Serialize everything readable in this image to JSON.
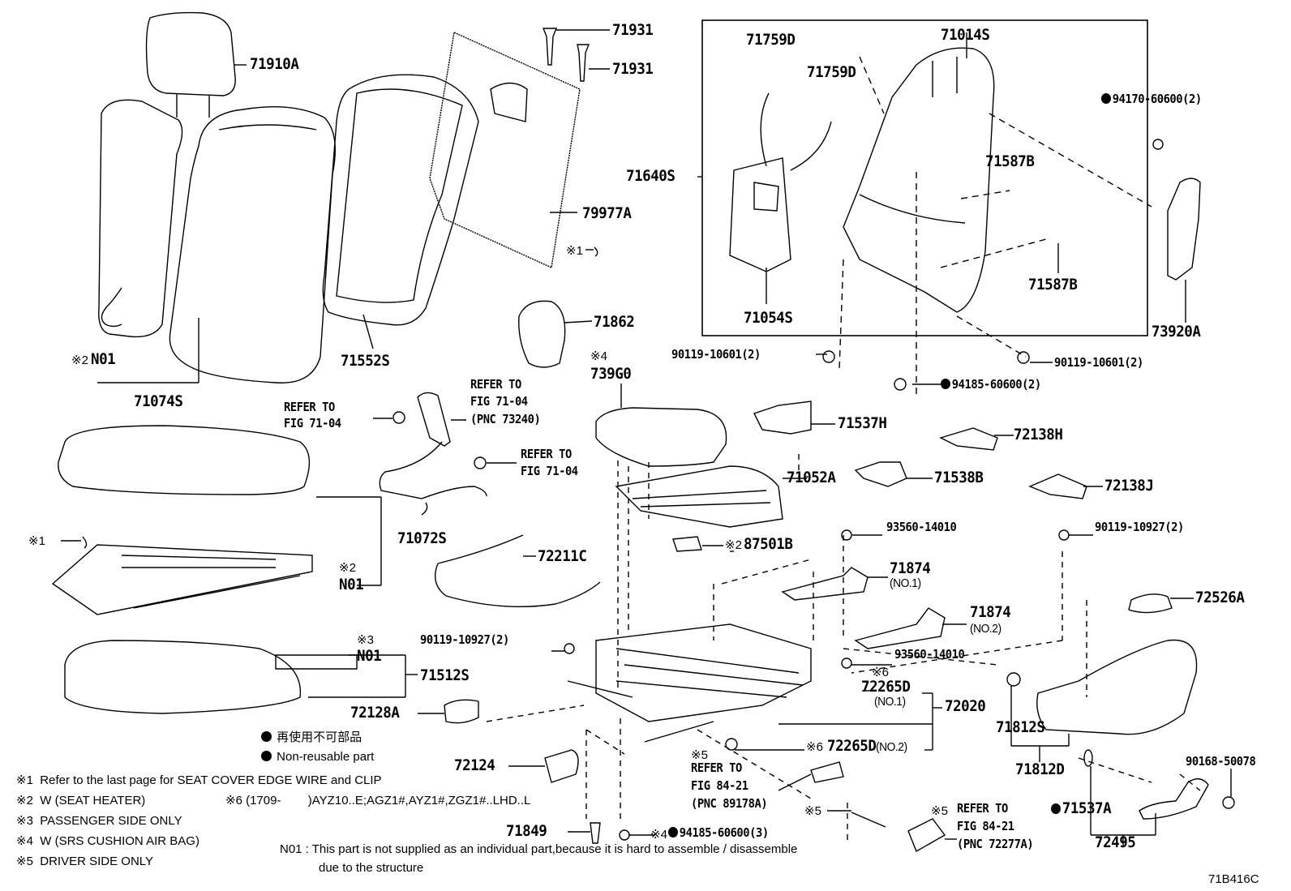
{
  "diagram": {
    "figure_code": "71B416C",
    "frame_group": {
      "label": "71640S",
      "parts": [
        "71759D",
        "71759D",
        "71014S",
        "71587B",
        "71587B",
        "71054S"
      ]
    },
    "labels": {
      "p71910A": "71910A",
      "p71931a": "71931",
      "p71931b": "71931",
      "p71759Da": "71759D",
      "p71759Db": "71759D",
      "p71014S": "71014S",
      "p94170": "94170-60600(2)",
      "p71640S": "71640S",
      "p71587Ba": "71587B",
      "p71587Bb": "71587B",
      "p71054S": "71054S",
      "p73920A": "73920A",
      "p79977A": "79977A",
      "p71862": "71862",
      "p90119_10601a": "90119-10601(2)",
      "p90119_10601b": "90119-10601(2)",
      "p94185_2": "94185-60600(2)",
      "mark2_n01_top": "※2",
      "n01_top": "N01",
      "p71074S": "71074S",
      "p71552S": "71552S",
      "mark1_top": "※1",
      "mark4_739": "※4",
      "p739G0": "739G0",
      "refer_a1": "REFER TO",
      "refer_a2": "FIG 71-04",
      "refer_b1": "REFER TO",
      "refer_b2": "FIG 71-04",
      "refer_b3": "(PNC 73240)",
      "refer_c1": "REFER TO",
      "refer_c2": "FIG 71-04",
      "p71537H": "71537H",
      "p72138H": "72138H",
      "p71052A": "71052A",
      "p71538B": "71538B",
      "p72138J": "72138J",
      "p71072S": "71072S",
      "mark1_mid": "※1",
      "mark2_n01_mid": "※2",
      "n01_mid": "N01",
      "p72211C": "72211C",
      "mark2_87501": "※2",
      "p87501B": "87501B",
      "p93560a": "93560-14010",
      "p90119_10927b": "90119-10927(2)",
      "p71874a": "71874",
      "p71874a_sub": "(NO.1)",
      "p71874b": "71874",
      "p71874b_sub": "(NO.2)",
      "p72526A": "72526A",
      "p90119_10927a": "90119-10927(2)",
      "p93560b": "93560-14010",
      "mark3": "※3",
      "n01_low": "N01",
      "p71512S": "71512S",
      "mark6a": "※6",
      "p72265Da": "72265D",
      "p72265Da_sub": "(NO.1)",
      "p72020": "72020",
      "p71812S": "71812S",
      "p72128A": "72128A",
      "mark5a": "※5",
      "refer_d1": "REFER TO",
      "refer_d2": "FIG 84-21",
      "refer_d3": "(PNC 89178A)",
      "mark6b": "※6",
      "p72265Db": "72265D",
      "p72265Db_sub": "(NO.2)",
      "p71812D": "71812D",
      "p90168": "90168-50078",
      "p72124": "72124",
      "mark5b": "※5",
      "mark5c": "※5",
      "refer_e1": "REFER TO",
      "refer_e2": "FIG 84-21",
      "refer_e3": "(PNC 72277A)",
      "p71537A": "71537A",
      "p72495": "72495",
      "p71849": "71849",
      "mark4_bot": "※4",
      "p94185_3": "94185-60600(3)"
    }
  },
  "legend": {
    "nonreusable_jp": "再使用不可部品",
    "nonreusable_en": "Non-reusable part"
  },
  "footnotes": [
    {
      "mark": "※1",
      "text": "Refer to the last page for SEAT COVER EDGE WIRE and CLIP"
    },
    {
      "mark": "※2",
      "text": "W (SEAT HEATER)"
    },
    {
      "mark": "※3",
      "text": "PASSENGER SIDE ONLY"
    },
    {
      "mark": "※4",
      "text": "W (SRS CUSHION AIR BAG)"
    },
    {
      "mark": "※5",
      "text": "DRIVER SIDE ONLY"
    }
  ],
  "footnote6": {
    "mark": "※6",
    "text": "(1709-        )AYZ10..E;AGZ1#,AYZ1#,ZGZ1#..LHD..L"
  },
  "n01_note": {
    "line1": "N01 : This part is not supplied as an individual part,because it is hard to assemble / disassemble",
    "line2": "due to the structure"
  }
}
